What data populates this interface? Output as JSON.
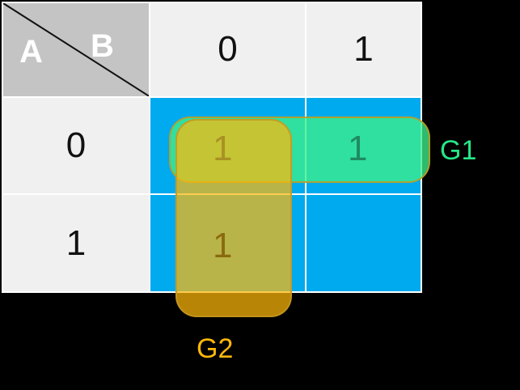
{
  "diagram": {
    "type": "karnaugh-map",
    "corner": {
      "row_variable": "A",
      "col_variable": "B"
    },
    "column_headers": [
      "0",
      "1"
    ],
    "row_headers": [
      "0",
      "1"
    ],
    "cells": [
      {
        "row": "0",
        "col": "0",
        "value": "1"
      },
      {
        "row": "0",
        "col": "1",
        "value": "1"
      },
      {
        "row": "1",
        "col": "0",
        "value": "1"
      },
      {
        "row": "1",
        "col": "1",
        "value": ""
      }
    ],
    "groups": [
      {
        "label": "G1",
        "color": "#25E888",
        "orientation": "horizontal",
        "covers": "row 0, columns 0-1"
      },
      {
        "label": "G2",
        "color": "#FFB80A",
        "orientation": "vertical",
        "covers": "column 0, rows 0-1"
      }
    ],
    "colors": {
      "cell_true": "#00AAEE",
      "header": "#f0f0f0",
      "corner": "#c4c4c4",
      "background": "#000000",
      "group_g1": "#25E888",
      "group_g2": "#FFB80A"
    }
  }
}
